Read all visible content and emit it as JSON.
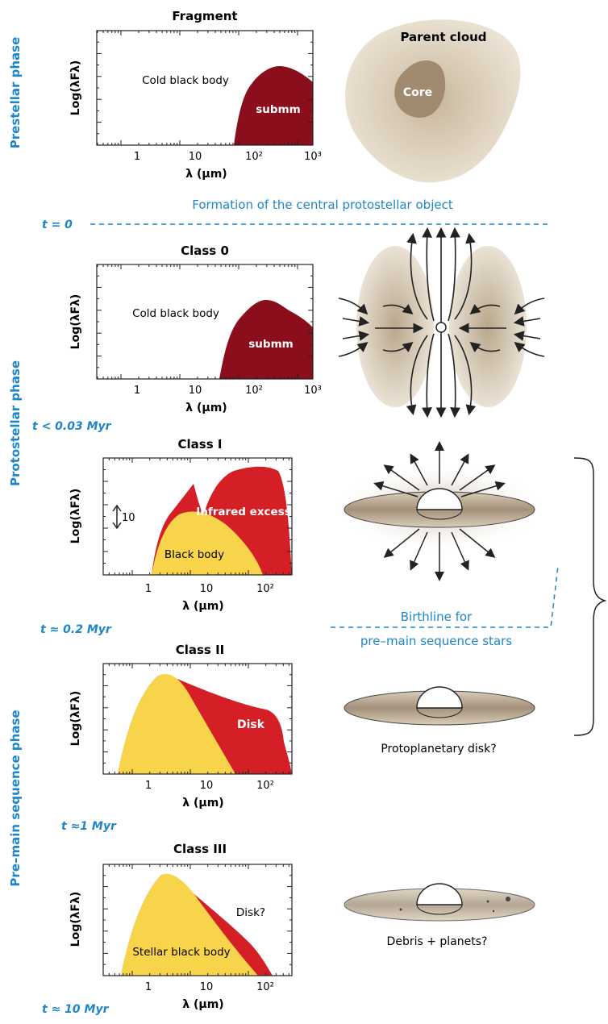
{
  "phases": {
    "prestellar": "Prestellar phase",
    "protostellar": "Protostellar phase",
    "premain": "Pre–main sequence phase"
  },
  "events": {
    "formation": "Formation of the central protostellar object",
    "birthline_1": "Birthline for",
    "birthline_2": "pre–main sequence stars"
  },
  "times": {
    "t0": "t = 0",
    "class0": "t < 0.03 Myr",
    "class1": "t ≈ 0.2 Myr",
    "class2": "t ≈1 Myr",
    "class3": "t ≈ 10 Myr"
  },
  "panels": [
    {
      "title": "Fragment",
      "ylabel": "Log(λFλ)",
      "xlabel": "λ (μm)",
      "xticks": [
        "1",
        "10",
        "10²",
        "10³"
      ],
      "labels": [
        "Cold black body",
        "submm"
      ]
    },
    {
      "title": "Class 0",
      "ylabel": "Log(λFλ)",
      "xlabel": "λ (μm)",
      "xticks": [
        "1",
        "10",
        "10²",
        "10³"
      ],
      "labels": [
        "Cold black body",
        "submm"
      ]
    },
    {
      "title": "Class I",
      "ylabel": "Log(λFλ)",
      "xlabel": "λ (μm)",
      "xticks": [
        "1",
        "10",
        "10²"
      ],
      "labels": [
        "Infrared excess",
        "Black body",
        "10"
      ]
    },
    {
      "title": "Class II",
      "ylabel": "Log(λFλ)",
      "xlabel": "λ (μm)",
      "xticks": [
        "1",
        "10",
        "10²"
      ],
      "labels": [
        "Disk"
      ]
    },
    {
      "title": "Class III",
      "ylabel": "Log(λFλ)",
      "xlabel": "λ (μm)",
      "xticks": [
        "1",
        "10",
        "10²"
      ],
      "labels": [
        "Disk?",
        "Stellar black body"
      ]
    }
  ],
  "illustrations": {
    "parent_cloud": "Parent cloud",
    "core": "Core",
    "protoplanetary": "Protoplanetary disk?",
    "debris": "Debris + planets?"
  },
  "colors": {
    "phase_blue": "#1e86c8",
    "dark_red": "#8b0e1c",
    "red": "#d41f26",
    "yellow": "#f8d44a",
    "cloud": "#e8dcc9",
    "core": "#a08a70"
  }
}
